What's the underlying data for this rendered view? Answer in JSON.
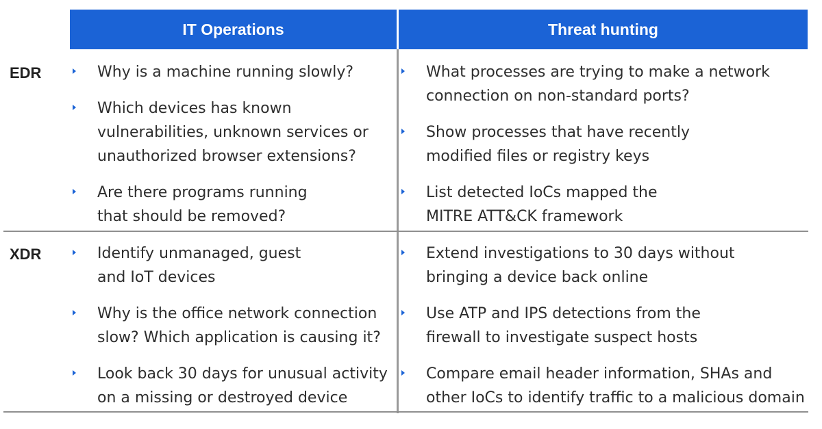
{
  "header": {
    "it_operations": "IT Operations",
    "threat_hunting": "Threat hunting"
  },
  "rows": {
    "edr": {
      "label": "EDR",
      "it_operations": [
        "Why is a machine running slowly?",
        "Which devices has known\nvulnerabilities, unknown services or\nunauthorized browser extensions?",
        "Are there programs running\nthat should be removed?"
      ],
      "threat_hunting": [
        "What processes are trying to make a network\nconnection on non-standard ports?",
        "Show processes that have recently\nmodified files or registry keys",
        "List detected IoCs mapped the\nMITRE ATT&CK framework"
      ]
    },
    "xdr": {
      "label": "XDR",
      "it_operations": [
        "Identify unmanaged, guest\nand IoT devices",
        "Why is the office network connection\nslow? Which application is causing it?",
        "Look back 30 days for unusual activity\non a missing or destroyed device"
      ],
      "threat_hunting": [
        "Extend investigations to 30 days without\nbringing a device back online",
        "Use ATP and IPS detections from the\nfirewall to investigate suspect hosts",
        "Compare email header information, SHAs and\nother IoCs to identify traffic to a malicious domain"
      ]
    }
  },
  "colors": {
    "header_bg": "#1b63d6",
    "bullet": "#1b63d6",
    "rule": "#8f8f8f"
  },
  "icons": {
    "bullet": "triangle-right-icon"
  }
}
